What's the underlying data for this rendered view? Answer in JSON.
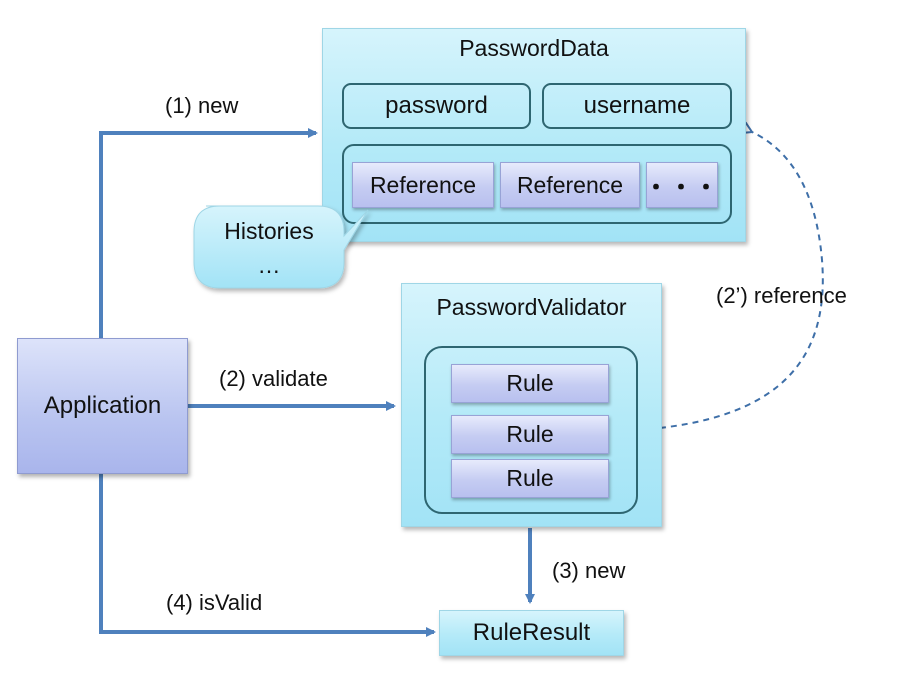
{
  "password_data": {
    "title": "PasswordData",
    "fields": [
      "password",
      "username"
    ],
    "references": [
      "Reference",
      "Reference",
      "・・・"
    ]
  },
  "callout": {
    "line1": "Histories",
    "line2": "…"
  },
  "validator": {
    "title": "PasswordValidator",
    "rules": [
      "Rule",
      "Rule",
      "Rule"
    ]
  },
  "application": {
    "label": "Application"
  },
  "rule_result": {
    "label": "RuleResult"
  },
  "edges": {
    "new1": "(1) new",
    "validate": "(2) validate",
    "reference": "(2’) reference",
    "new3": "(3) new",
    "is_valid": "(4) isValid"
  },
  "colors": {
    "arrow": "#4f81bd",
    "group_border": "#2e6671",
    "cyan_fill": "#b4eaf8",
    "chip_fill": "#c5ccf2"
  }
}
